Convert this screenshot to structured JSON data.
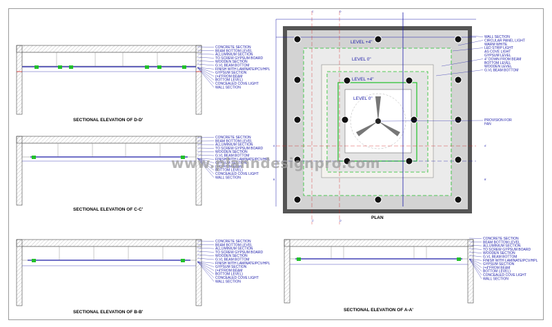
{
  "section_labels": [
    "CONCRETE SECTION",
    "BEAM BOTTOM LEVEL",
    "ALLUMINIUM SECTION",
    "TO SCREW GYPSUM BOARD",
    "WOODEN SECTION",
    "G.VL BEAM BOTTOM",
    "FINISH WITH LAMINATE/PCV/HPL",
    "GYPSUM SECTION",
    "(+4\"FROM BEAM",
    "BOTTOM LEVEL)",
    "CONCEALED COVE LIGHT",
    "WALL SECTION"
  ],
  "sections": {
    "dd": {
      "title": "SECTIONAL ELEVATION OF D-D'"
    },
    "cc": {
      "title": "SECTIONAL ELEVATION OF C-C'"
    },
    "bb": {
      "title": "SECTIONAL ELEVATION OF B-B'"
    },
    "aa": {
      "title": "SECTIONAL ELEVATION OF A-A'"
    }
  },
  "plan": {
    "title": "PLAN",
    "levels": [
      "LEVEL +4\"",
      "LEVEL 0\"",
      "LEVEL +4\"",
      "LEVEL 0\""
    ],
    "notes": [
      "WALL SECTION",
      "CIRCULAR PANEL LIGHT",
      "WARM WHITE",
      "LED STRIP LIGHT",
      "AS COVE LIGHT",
      "GYPSUM LEVEL",
      "4\" DOWN FROM BEAM",
      "BOTTOM LEVEL",
      "WOODEN LEVEL",
      "G.VL BEAM BOTTOM"
    ],
    "fan_note": [
      "PROVISION FOR",
      "FAN"
    ],
    "marks": [
      "A",
      "A'",
      "B",
      "B'",
      "C",
      "C'",
      "D",
      "D'"
    ]
  },
  "watermark": "www.planndesignpro.com",
  "colors": {
    "line": "#1a1aa8",
    "green": "#21c02a",
    "red": "#d11919",
    "hatch": "#bdbdbd",
    "gray": "#8a8a8a"
  }
}
